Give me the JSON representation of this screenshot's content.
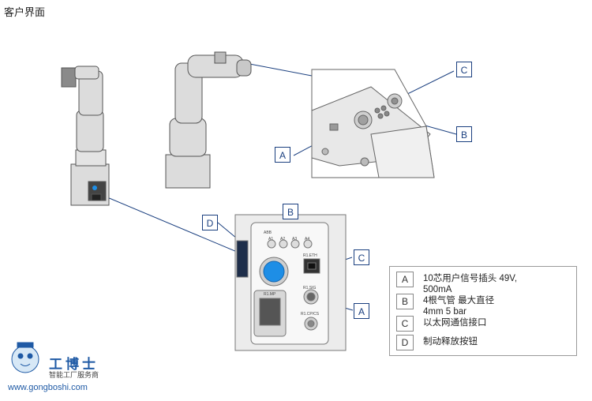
{
  "title": "客户界面",
  "callouts": {
    "top_a": "A",
    "top_b": "B",
    "top_c": "C",
    "bot_d": "D",
    "bot_b": "B",
    "bot_c": "C",
    "bot_a": "A"
  },
  "panel_labels": {
    "abb": "ABB",
    "a1": "A1",
    "a2": "A2",
    "a3": "A3",
    "a4": "A4",
    "eth": "R1.ETH",
    "mp": "R1.MP",
    "sig": "R1.SIG",
    "force": "R1.CP/CS"
  },
  "legend": [
    {
      "key": "A",
      "text": "10芯用户信号插头 49V,\n500mA"
    },
    {
      "key": "B",
      "text": "4根气管 最大直径\n4mm 5 bar"
    },
    {
      "key": "C",
      "text": "以太网通信接口"
    },
    {
      "key": "D",
      "text": "制动释放按钮"
    }
  ],
  "watermark": {
    "name": "工博士",
    "tagline": "智能工厂服务商",
    "url": "www.gongboshi.com"
  },
  "colors": {
    "leader": "#1a3f7f",
    "release_button": "#1e8ee6",
    "robot_body": "#dcdcdc"
  }
}
